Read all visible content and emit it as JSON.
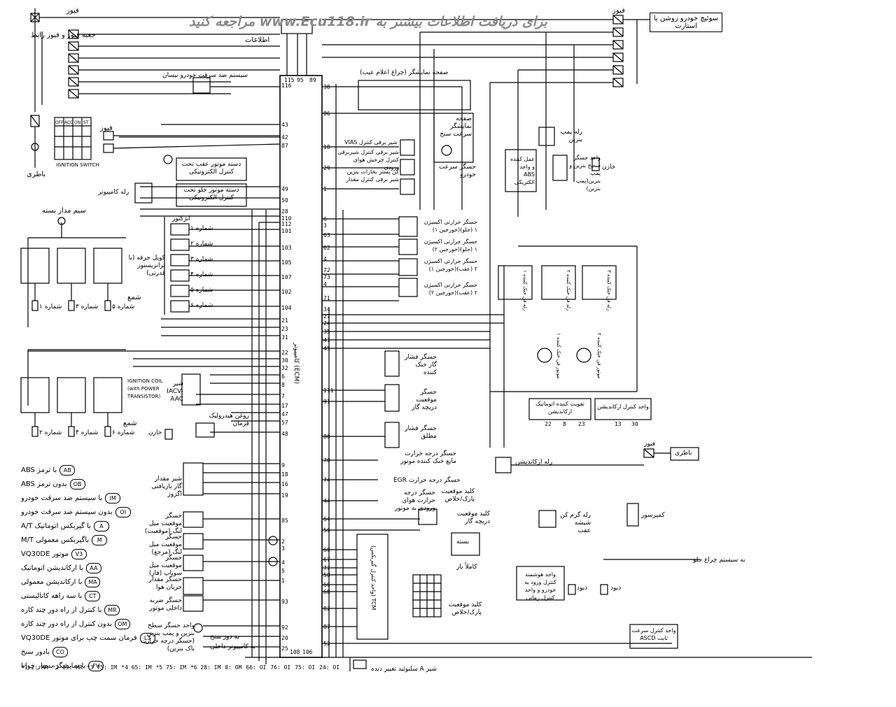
{
  "banner": {
    "text_before": "برای دریافت اطلاعات بیشتر به",
    "url": "www.Ecu118.ir",
    "text_after": "مراجعه کنید"
  },
  "top_left": {
    "fuse": "فیوز",
    "fuse_box": "جعبه فیوز و فیوز رابط",
    "fuse2": "فیوز",
    "battery": "باطری",
    "ignition_switch": "IGNITION SWITCH",
    "switch_cols": [
      "OFF",
      "ACC",
      "ON",
      "ST"
    ],
    "info": "اطلاعات"
  },
  "top_right": {
    "fuse": "فیوز",
    "start_switch": "سوئیچ خودرو روشن یا استارت"
  },
  "ecm": {
    "title": "کامپیوتر (ECM)",
    "top_pins": [
      "115",
      "95",
      "89"
    ],
    "left_pins": [
      "116",
      "43",
      "42",
      "87",
      "49",
      "50",
      "28",
      "110",
      "112",
      "101",
      "103",
      "105",
      "107",
      "102",
      "104",
      "21",
      "23",
      "31",
      "22",
      "30",
      "32",
      "6",
      "8",
      "7",
      "17",
      "47",
      "57",
      "48",
      "9",
      "18",
      "16",
      "19",
      "85",
      "2",
      "3",
      "4",
      "5",
      "1",
      "93",
      "92",
      "20",
      "25"
    ],
    "right_pins": [
      "38",
      "86",
      "18",
      "29",
      "1",
      "6",
      "3",
      "63",
      "62",
      "4",
      "72",
      "73",
      "4",
      "71",
      "34",
      "27",
      "24",
      "35",
      "41",
      "45",
      "111",
      "91",
      "80",
      "70",
      "74",
      "44",
      "64",
      "56",
      "60",
      "67",
      "77",
      "58",
      "66",
      "68",
      "82",
      "87",
      "52"
    ],
    "bottom_pins": [
      "108",
      "106"
    ]
  },
  "left_components": {
    "anti_theft": "سیستم ضد سرقت خودرو نیسان",
    "rear_mount": "دسته موتور عقب تحت کنترل الکترونیکی",
    "front_mount": "دسته موتور جلو تحت کنترل الکترونیکی",
    "ecm_relay": "رله کامپیوتر",
    "wire_label": "سیم مدار بسته",
    "injector": "انژکتور",
    "injectors": [
      "شماره ۱",
      "شماره ۲",
      "شماره ۳",
      "شماره ۴",
      "شماره ۵",
      "شماره ۶"
    ],
    "coil_top": "کویل جرقه (با ترانزیستور قدرتی)",
    "spark": "شمع",
    "spark_top": [
      "شماره ۱",
      "شماره ۳",
      "شماره ۵"
    ],
    "spark_bottom": [
      "شماره ۲",
      "شماره ۴",
      "شماره ۶"
    ],
    "coil_bottom": "IGNITION COIL (with POWER TRANSISTOR)",
    "iacv": "شیر IACV-AAC",
    "tank": "خازن",
    "steering": "روغن هیدرولیک فرمان",
    "egr_valve": "شیر مقدار گاز بازیافتی اگزوز",
    "tps1": "حسگر موقعیت میل لنگ (موقعیت)",
    "tps2": "حسگر موقعیت میل لنگ (مرجع)",
    "tps3": "حسگر موقعیت میل سوپاپ (فاز)",
    "maf": "حسگر مقدار جریان هوا",
    "knock": "حسگر ضربه داخلی موتور",
    "fuel_sensor": "واحد حسگر سطح بنزین و پمپ بنزین (حسگر درجه حرارت باک بنزین)",
    "tacho": "به دور سنج",
    "pc": "به کامپیوتر داخلی"
  },
  "center_components": {
    "mil": "صفحه نمایشگر (چراغ اعلام عیب)",
    "speedo": "صفحه نمایشگر سرعت سنج",
    "speed_sensor": "حسگر سرعت خودرو",
    "vias": "شیر برقی کنترل VIAS",
    "swirl": "شیر برقی کنترل شیربرقی کنترل چرخش هوای ورودی",
    "evap": "کن پستر بخارات بنزین شیر برقی کنترل مقدار",
    "o2_labels": [
      "حسگر حرارتی اکسیژن ۱ (جلو)(خورجین ۱)",
      "حسگر حرارتی اکسیژن ۱ (جلو)(خورجین ۲)",
      "حسگر حرارتی اکسیژن ۲ (عقب)(خورجین ۱)",
      "حسگر حرارتی اکسیژن ۲ (عقب)(خورجین ۲)"
    ],
    "refrig": "حسگر فشار گاز خنک کننده",
    "throttle": "حسگر موقعیت دریچه گاز",
    "abs_pressure": "حسگر فشار مطلق",
    "coolant": "حسگر درجه حرارت مایع خنک کننده موتور",
    "egr_temp": "حسگر درجه حرارت EGR",
    "intake_temp": "حسگر درجه حرارت هوای ورودی به موتور",
    "park": "کلید موقعیت پارک/خلاص",
    "throttle_switch": "کلید موقعیت دریچه گاز",
    "closed": "بسته",
    "open": "کاملاً باز",
    "tcm": "TCM (واحد کنترل گیربکس)",
    "park2": "کلید موقعیت پارک/خلاص",
    "shift": "شیر A سلنوئید تغییر دنده"
  },
  "right_components": {
    "fuel_pump_relay": "رله پمپ بنزین",
    "fuel_unit": "واحد حسگر سطح بنزین و پمپ بنزین(پمپ بنزین)",
    "tank": "خازن",
    "abs_actuator": "عمل کننده و واحد ABS الکتریکی",
    "fan_relays": [
      "رله فن خنک کننده ۱",
      "رله فن خنک کننده ۲",
      "رله فن خنک کننده ۳"
    ],
    "fan_motors": [
      "موتور فن خنک کننده ۱",
      "موتور فن خنک کننده ۲"
    ],
    "ac_amp": "تقویت کننده اتوماتیک ارکاندیشن",
    "ac_unit": "واحد کنترل ارکاندیشن",
    "ac_pins": [
      "22",
      "8",
      "23"
    ],
    "ac_unit_pins": [
      "13",
      "30"
    ],
    "battery": "باطری",
    "fuse": "فیوز",
    "ac_relay": "رله ارکاندیشن",
    "compressor": "کمپرسور",
    "defog_relay": "رله گرم کن شیشه عقب",
    "smart": "واحد هوشمند کنترل ورود به خودرو و واحد کنترل زمانی",
    "diode1": "دیود",
    "diode2": "دیود",
    "headlamp": "به سیستم چراغ جلو",
    "ascd": "واحد کنترل سرعت ثابت ASCD"
  },
  "legend": [
    {
      "code": "AB",
      "text": "با ترمز ABS"
    },
    {
      "code": "OB",
      "text": "بدون ترمز ABS"
    },
    {
      "code": "IM",
      "text": "با سیستم ضد سرقت خودرو"
    },
    {
      "code": "OI",
      "text": "بدون سیستم ضد سرقت خودرو"
    },
    {
      "code": "A",
      "text": "با گیربکس اتوماتیک A/T"
    },
    {
      "code": "M",
      "text": "باگیربکس معمولی M/T"
    },
    {
      "code": "V3",
      "text": "موتور VQ30DE"
    },
    {
      "code": "AA",
      "text": "با ارکاندیشن اتوماتیک"
    },
    {
      "code": "MA",
      "text": "با ارکاندیشن معمولی"
    },
    {
      "code": "CT",
      "text": "با سه راهه کاتالیستی"
    },
    {
      "code": "MR",
      "text": "با کنترل از راه دور چند کاره"
    },
    {
      "code": "OM",
      "text": "بدون کنترل از راه دور چند کاره"
    },
    {
      "code": "L3",
      "text": "فرمان سمت چپ برای موتور VQ30DE"
    },
    {
      "code": "CO",
      "text": "بادور سنج"
    },
    {
      "code": "FV",
      "text": "با نمایشگر بسیار خوانا"
    }
  ],
  "pin_footer": [
    "*1 2: MR",
    "*2 89: MR",
    "*3 75: IM",
    "*4 65: IM",
    "*5 75: IM",
    "*6 28: IM",
    "8: OM",
    "66: OI",
    "76: OI",
    "75: OI",
    "24: OI"
  ]
}
